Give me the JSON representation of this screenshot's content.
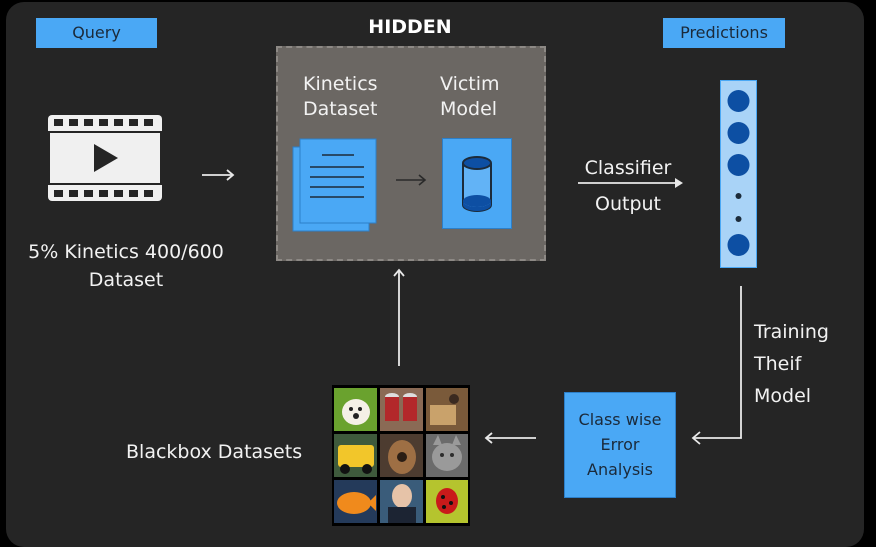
{
  "labels": {
    "query": "Query",
    "hidden": "HIDDEN",
    "predictions": "Predictions",
    "kinetics_dataset": "Kinetics\nDataset",
    "victim_model": "Victim\nModel",
    "dataset_caption": "5% Kinetics  400/600\nDataset",
    "classifier_output": "Classifier\nOutput",
    "training": "Training\nTheif\nModel",
    "blackbox": "Blackbox Datasets",
    "error_analysis": "Class wise\nError\nAnalysis"
  },
  "icons": {
    "video": "film-play-icon",
    "documents": "document-stack-icon",
    "model": "cylinder-icon",
    "predictions": "neuron-column-icon",
    "images": "image-grid-icon"
  },
  "colors": {
    "accent": "#4aa8f5",
    "background": "#252525",
    "hidden_box": "#6b6763"
  }
}
